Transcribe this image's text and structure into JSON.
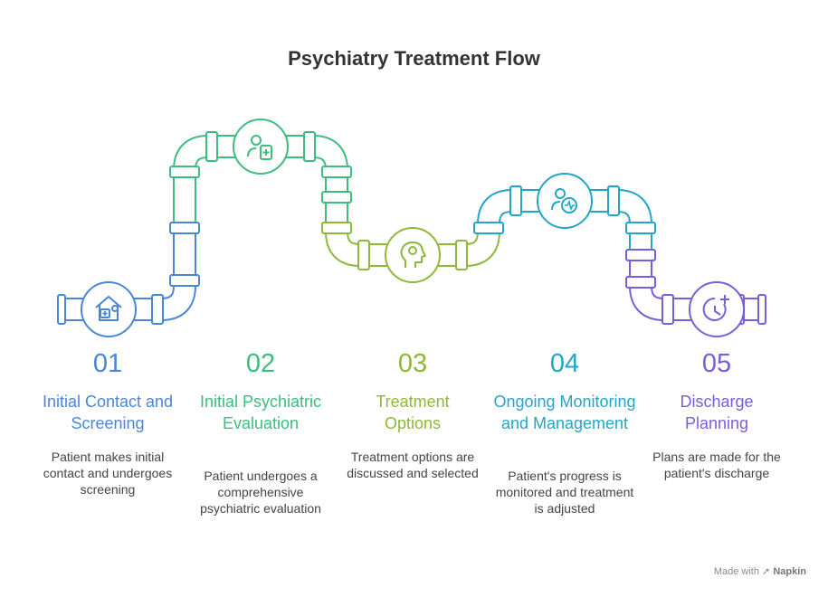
{
  "title": "Psychiatry Treatment Flow",
  "colors": {
    "step1": "#4a86d8",
    "step2": "#3dbd7d",
    "step3": "#8db83a",
    "step4": "#22a6c7",
    "step5": "#7a5ed9"
  },
  "steps": [
    {
      "number": "01",
      "title": "Initial Contact and Screening",
      "description": "Patient makes initial contact and undergoes screening",
      "icon": "home-medical-icon"
    },
    {
      "number": "02",
      "title": "Initial Psychiatric Evaluation",
      "description": "Patient undergoes a comprehensive psychiatric evaluation",
      "icon": "doctor-clipboard-icon"
    },
    {
      "number": "03",
      "title": "Treatment Options",
      "description": "Treatment options are discussed and selected",
      "icon": "head-thought-icon"
    },
    {
      "number": "04",
      "title": "Ongoing Monitoring and Management",
      "description": "Patient's progress is monitored and treatment is adjusted",
      "icon": "patient-monitor-icon"
    },
    {
      "number": "05",
      "title": "Discharge Planning",
      "description": "Plans are made for the patient's discharge",
      "icon": "clock-plus-icon"
    }
  ],
  "footer": {
    "made_with": "Made with",
    "brand": "Napkin"
  }
}
